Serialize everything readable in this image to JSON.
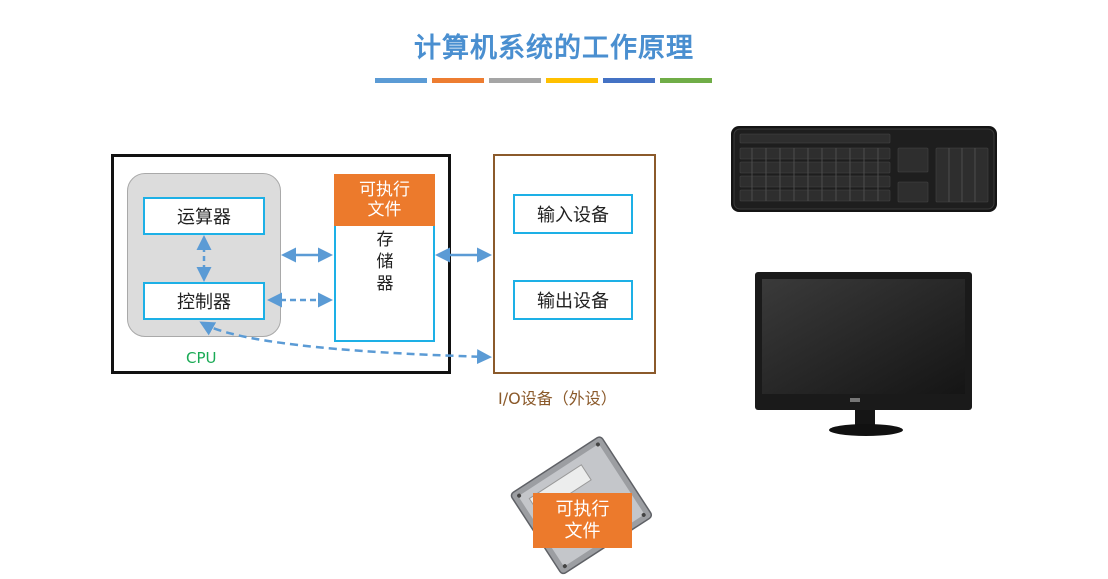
{
  "title": "计算机系统的工作原理",
  "stripe_colors": [
    "#5b9bd5",
    "#ed7d31",
    "#a5a5a5",
    "#ffc000",
    "#4472c4",
    "#70ad47"
  ],
  "cpu": {
    "label": "CPU",
    "alu": "运算器",
    "control": "控制器"
  },
  "memory": {
    "exec_file": [
      "可执行",
      "文件"
    ],
    "label_chars": [
      "存",
      "储",
      "器"
    ]
  },
  "io": {
    "input": "输入设备",
    "output": "输出设备",
    "label": "I/O设备（外设）"
  },
  "hdd": {
    "exec_file": [
      "可执行",
      "文件"
    ]
  },
  "icons": [
    "keyboard-icon",
    "monitor-icon",
    "hard-drive-icon"
  ],
  "colors": {
    "title": "#4a8fd0",
    "cpu_label": "#1aaa55",
    "io_border": "#8b5a2b",
    "box_border": "#1db0e6",
    "arrow": "#5b9bd5",
    "exec": "#ec7a2c"
  }
}
